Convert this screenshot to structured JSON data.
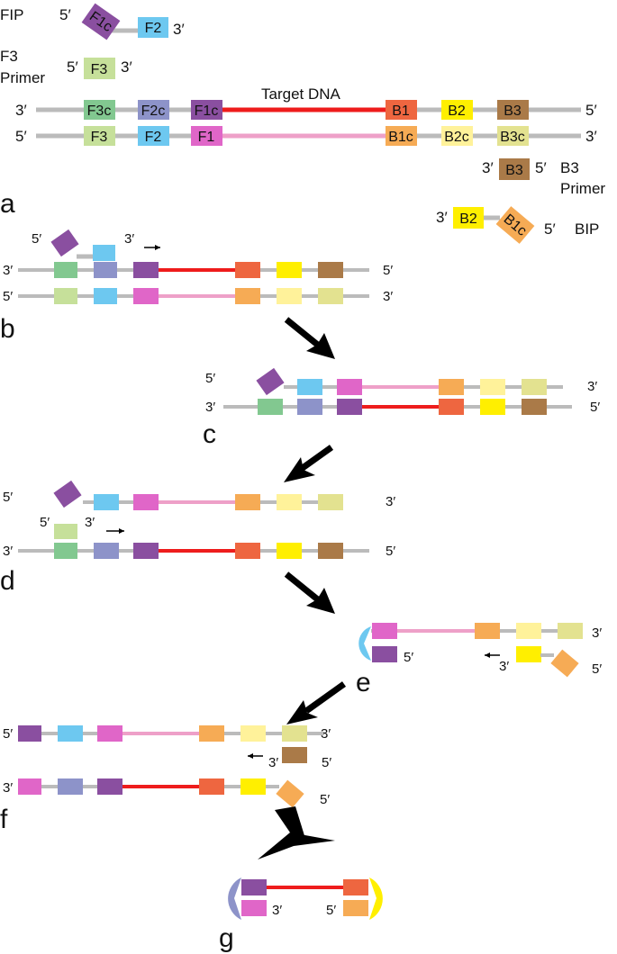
{
  "labels": {
    "fip": "FIP",
    "f3_primer_1": "F3",
    "f3_primer_2": "Primer",
    "target_dna": "Target DNA",
    "b3_primer_1": "B3",
    "b3_primer_2": "Primer",
    "bip": "BIP",
    "prime5": "5′",
    "prime3": "3′"
  },
  "regions": {
    "f1c": "F1c",
    "f2": "F2",
    "f3": "F3",
    "f3c": "F3c",
    "f2c": "F2c",
    "f1": "F1",
    "b1": "B1",
    "b2": "B2",
    "b3": "B3",
    "b1c": "B1c",
    "b2c": "B2c",
    "b3c": "B3c"
  },
  "panels": {
    "a": "a",
    "b": "b",
    "c": "c",
    "d": "d",
    "e": "e",
    "f": "f",
    "g": "g"
  },
  "colors": {
    "F1": "#e066c8",
    "F1c": "#8a4fa0",
    "F2": "#6dc8f0",
    "F2c": "#8d93c9",
    "F3": "#c6e09a",
    "F3c": "#82c890",
    "B1": "#ee6640",
    "B1c": "#f6ab55",
    "B2": "#ffef00",
    "B2c": "#fff29a",
    "B3": "#aa7a48",
    "B3c": "#e3e290",
    "strand_gray": "#bbbbbb",
    "target_red": "#ee1c1c",
    "target_pink": "#eea0c8",
    "loop_f": "#8d93c9",
    "loop_b": "#ffef00",
    "arrow": "#000000"
  }
}
